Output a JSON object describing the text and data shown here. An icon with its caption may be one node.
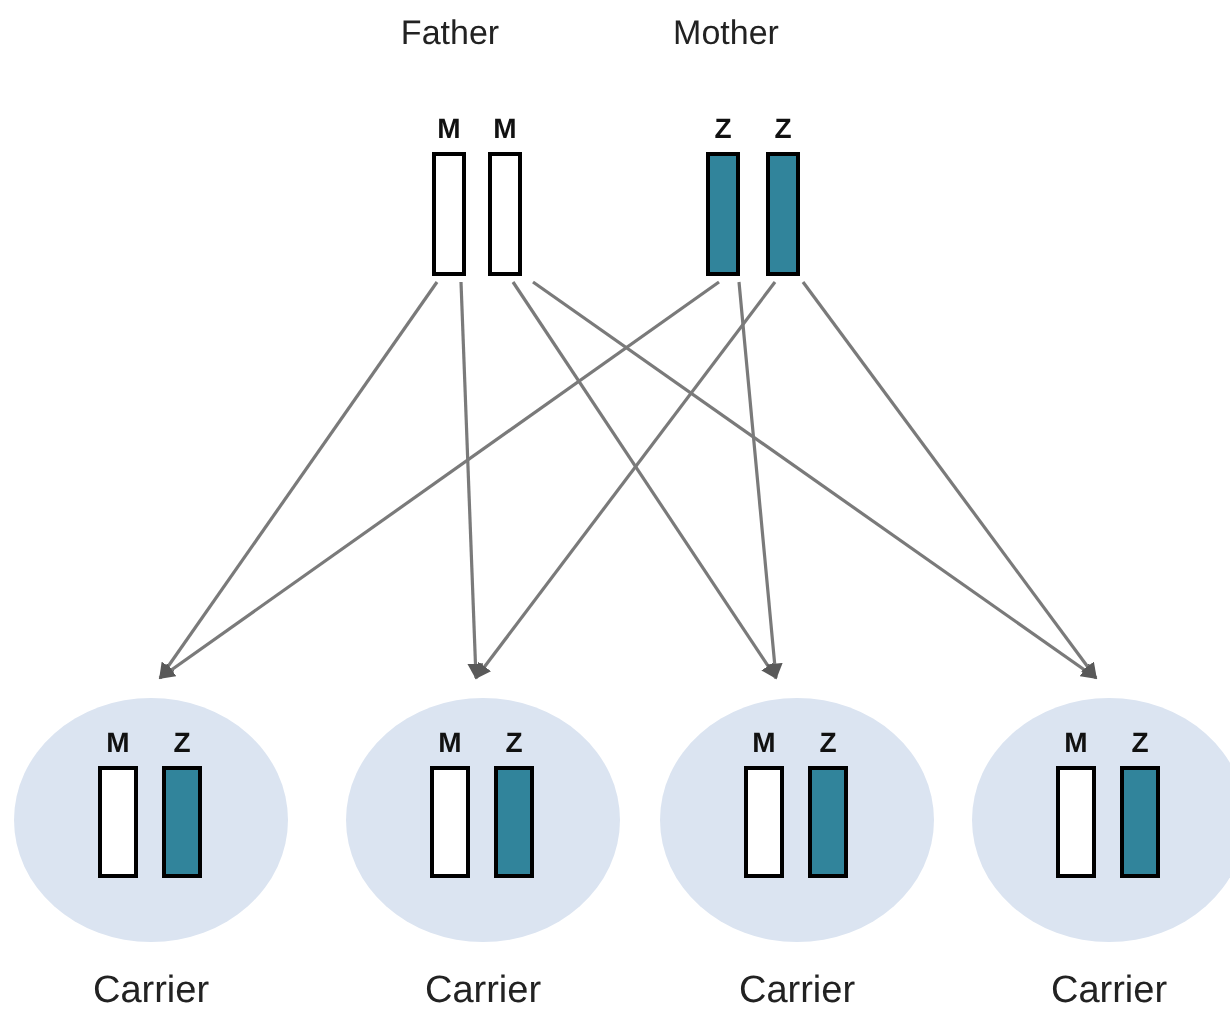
{
  "diagram": {
    "nodes": [
      {
        "text": [
          "M"
        ]
      },
      {
        "text": [
          "M"
        ]
      },
      {
        "text": [
          "Z"
        ]
      },
      {
        "text": [
          "Z"
        ]
      },
      {
        "text": [],
        "shape": "circle",
        "beside": [
          "Carrier"
        ]
      },
      {
        "text": [
          "M"
        ],
        "in": 4
      },
      {
        "text": [
          "Z"
        ],
        "in": 4
      },
      {
        "text": [],
        "shape": "circle",
        "beside": [
          "Carrier"
        ]
      },
      {
        "text": [
          "M"
        ],
        "in": 7
      },
      {
        "text": [
          "Z"
        ],
        "in": 7
      },
      {
        "text": [],
        "shape": "circle",
        "beside": [
          "Carrier"
        ]
      },
      {
        "text": [
          "M"
        ],
        "in": 10
      },
      {
        "text": [
          "Z"
        ],
        "in": 10
      },
      {
        "text": [],
        "shape": "circle",
        "beside": [
          "Carrier"
        ]
      },
      {
        "text": [
          "M"
        ],
        "in": 13
      },
      {
        "text": [
          "Z"
        ],
        "in": 13
      }
    ],
    "edges": [
      {
        "from": 0,
        "to": 4,
        "arrow": "to"
      },
      {
        "from": 0,
        "to": 7,
        "arrow": "to"
      },
      {
        "from": 1,
        "to": 10,
        "arrow": "to"
      },
      {
        "from": 1,
        "to": 13,
        "arrow": "to"
      },
      {
        "from": 2,
        "to": 4,
        "arrow": "to"
      },
      {
        "from": 2,
        "to": 10,
        "arrow": "to"
      },
      {
        "from": 3,
        "to": 7,
        "arrow": "to"
      },
      {
        "from": 3,
        "to": 13,
        "arrow": "to"
      }
    ],
    "labels": [
      "Father",
      "Mother"
    ]
  }
}
